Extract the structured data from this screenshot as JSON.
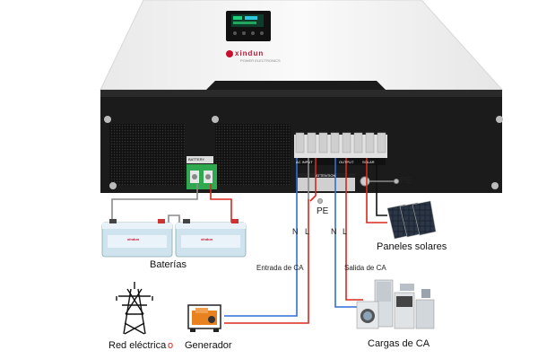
{
  "brand": {
    "name": "xindun",
    "tagline": "POWER ELECTRONICS"
  },
  "inverter": {
    "battery_port_label": "BATTERY",
    "terminal_labels": {
      "ac_input": "AC INPUT",
      "ac_output": "OUTPUT",
      "solar": "SOLAR"
    },
    "attention_title": "ATTENTION"
  },
  "battery": {
    "label_text": "xindun"
  },
  "labels": {
    "pe_top": "PE",
    "pe_mid": "PE",
    "n1": "N",
    "l1": "L",
    "n2": "N",
    "l2": "L",
    "baterias": "Baterías",
    "paneles": "Paneles solares",
    "entrada": "Entrada de CA",
    "salida": "Salida de CA",
    "red": "Red eléctrica",
    "o": "o",
    "generador": "Generador",
    "cargas": "Cargas de CA"
  },
  "colors": {
    "wire_red": "#d9281e",
    "wire_blue": "#2f6fd6",
    "wire_gray": "#8a8a8a",
    "or_red": "#d9281e",
    "brand_red": "#c8102e",
    "inverter_black": "#1b1b1b",
    "inverter_white": "#f4f4f4"
  },
  "icons": [
    "transmission-tower-icon",
    "generator-icon",
    "solar-panel-icon",
    "appliances-icon",
    "battery-icon",
    "ground-icon"
  ]
}
